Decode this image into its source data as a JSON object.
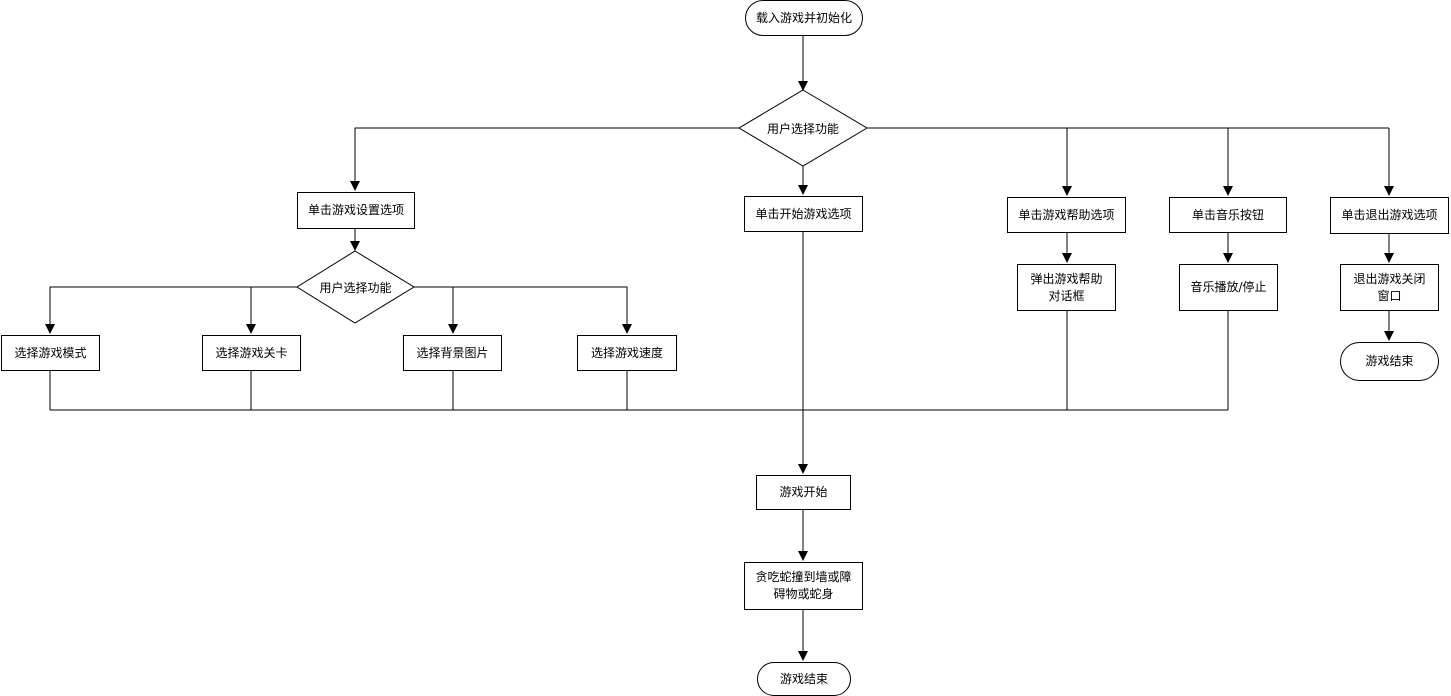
{
  "flowchart": {
    "start": "载入游戏并初始化",
    "decision_main": "用户选择功能",
    "branch_settings": "单击游戏设置选项",
    "decision_settings": "用户选择功能",
    "option_mode": "选择游戏模式",
    "option_level": "选择游戏关卡",
    "option_background": "选择背景图片",
    "option_speed": "选择游戏速度",
    "branch_start": "单击开始游戏选项",
    "branch_help": "单击游戏帮助选项",
    "help_dialog_line1": "弹出游戏帮助",
    "help_dialog_line2": "对话框",
    "branch_music": "单击音乐按钮",
    "music_toggle": "音乐播放/停止",
    "branch_exit": "单击退出游戏选项",
    "exit_close_line1": "退出游戏关闭",
    "exit_close_line2": "窗口",
    "exit_end": "游戏结束",
    "game_start": "游戏开始",
    "collision_line1": "贪吃蛇撞到墙或障",
    "collision_line2": "碍物或蛇身",
    "game_end": "游戏结束"
  }
}
